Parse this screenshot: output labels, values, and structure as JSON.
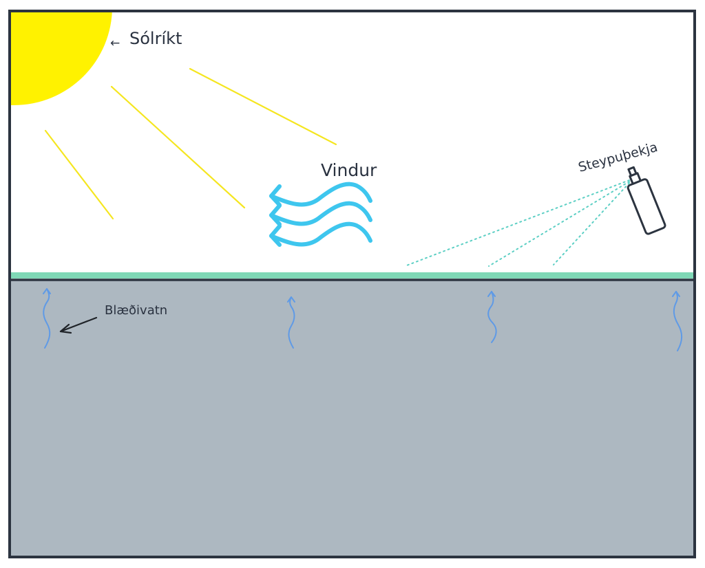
{
  "labels": {
    "sun": "Sólríkt",
    "sun_arrow": "←",
    "wind": "Vindur",
    "spray": "Steypuþekja",
    "bleed_water": "Blæðivatn"
  },
  "colors": {
    "frame": "#2c3440",
    "sky": "#ffffff",
    "sun": "#fff200",
    "sun_rays": "#f5e620",
    "wind": "#3ec6ee",
    "curing_layer": "#7fd8b6",
    "spray_mist": "#5ccfc4",
    "concrete": "#adb8c1",
    "bleed_water_arrows": "#5f9ae6",
    "bottle": "#2c3440"
  },
  "icons": [
    "sun-icon",
    "wind-arrows-icon",
    "spray-bottle-icon",
    "water-rise-arrow-icon"
  ]
}
